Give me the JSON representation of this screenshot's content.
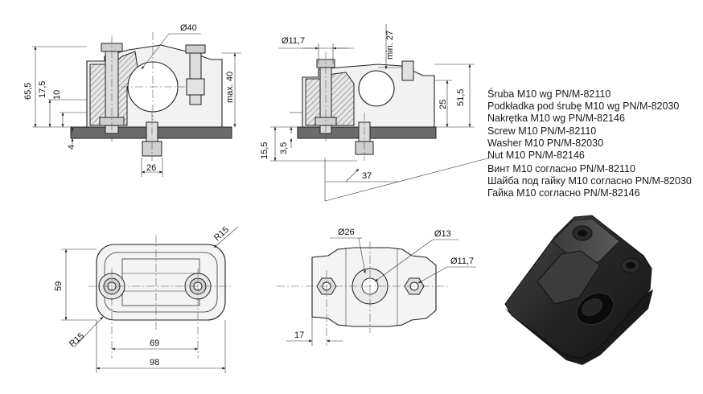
{
  "dimensions": {
    "front": {
      "d_top": "Ø40",
      "h_total": "65,5",
      "h_mid": "17,5",
      "h_small": "10",
      "h_plate": "4",
      "max_h": "max. 40",
      "w_bolt": "26"
    },
    "side": {
      "d_hole": "Ø11,7",
      "min_h": "min. 27",
      "h_25": "25",
      "h_51": "51,5",
      "h_15": "15,5",
      "h_35": "3,5",
      "w_37": "37"
    },
    "top": {
      "r_top": "R15",
      "r_bottom": "R15",
      "h_59": "59",
      "w_69": "69",
      "w_98": "98"
    },
    "plan": {
      "d26": "Ø26",
      "d13": "Ø13",
      "d117": "Ø11,7",
      "w17": "17"
    }
  },
  "notes": [
    "Śruba M10 wg PN/M-82110",
    "Podkładka pod śrubę M10 wg PN/M-82030",
    "Nakrętka M10 wg PN/M-82146",
    "Screw M10  PN/M-82110",
    "Washer M10 PN/M-82030",
    "Nut M10 PN/M-82146",
    "Винт М10 согласно PN/M-82110",
    "Шайба под гайку М10 согласно PN/M-82030",
    "Гайка М10 согласно PN/M-82146"
  ]
}
